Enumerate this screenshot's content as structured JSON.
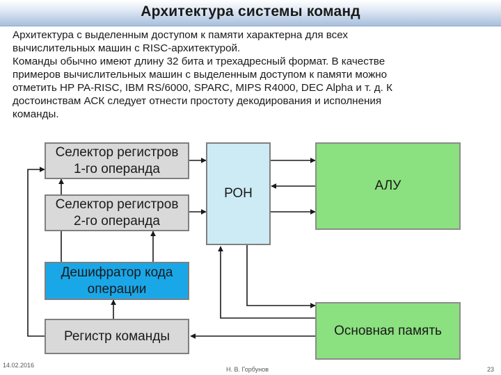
{
  "slide": {
    "title": "Архитектура системы команд",
    "body_lines": [
      "Архитектура с выделенным доступом к памяти характерна для всех",
      "вычислительных машин с RISC-архитектурой.",
      "Команды  обычно имеют длину 32 бита и трехадресный формат. В качестве",
      "примеров вычислительных машин с выделенным доступом к памяти можно",
      "отметить HP PA-RISC, IBM RS/6000, SPARC, MIPS R4000, DEC Alpha и т. д. К",
      "достоинствам АСК следует отнести простоту декодирования и исполнения",
      "команды."
    ],
    "body_emphasis": "Архитектура с выделенным доступом к памяти"
  },
  "diagram": {
    "selector1": {
      "line1": "Селектор регистров",
      "line2": "1-го операнда"
    },
    "selector2": {
      "line1": "Селектор регистров",
      "line2": "2-го операнда"
    },
    "decoder": {
      "line1": "Дешифратор кода",
      "line2": "операции"
    },
    "instruction_register": {
      "label": "Регистр команды"
    },
    "ron": {
      "label": "РОН"
    },
    "alu": {
      "label": "АЛУ"
    },
    "main_memory": {
      "label": "Основная память"
    },
    "colors": {
      "box_gray": "#d9d9d9",
      "ron_fill": "#ccebf5",
      "alu_memory_fill": "#8be07f",
      "decoder_fill": "#1aa7e8",
      "arrow": "#1a1a1a"
    }
  },
  "footer": {
    "date": "14.02.2016",
    "author": "Н. В. Горбунов",
    "page": "23"
  }
}
